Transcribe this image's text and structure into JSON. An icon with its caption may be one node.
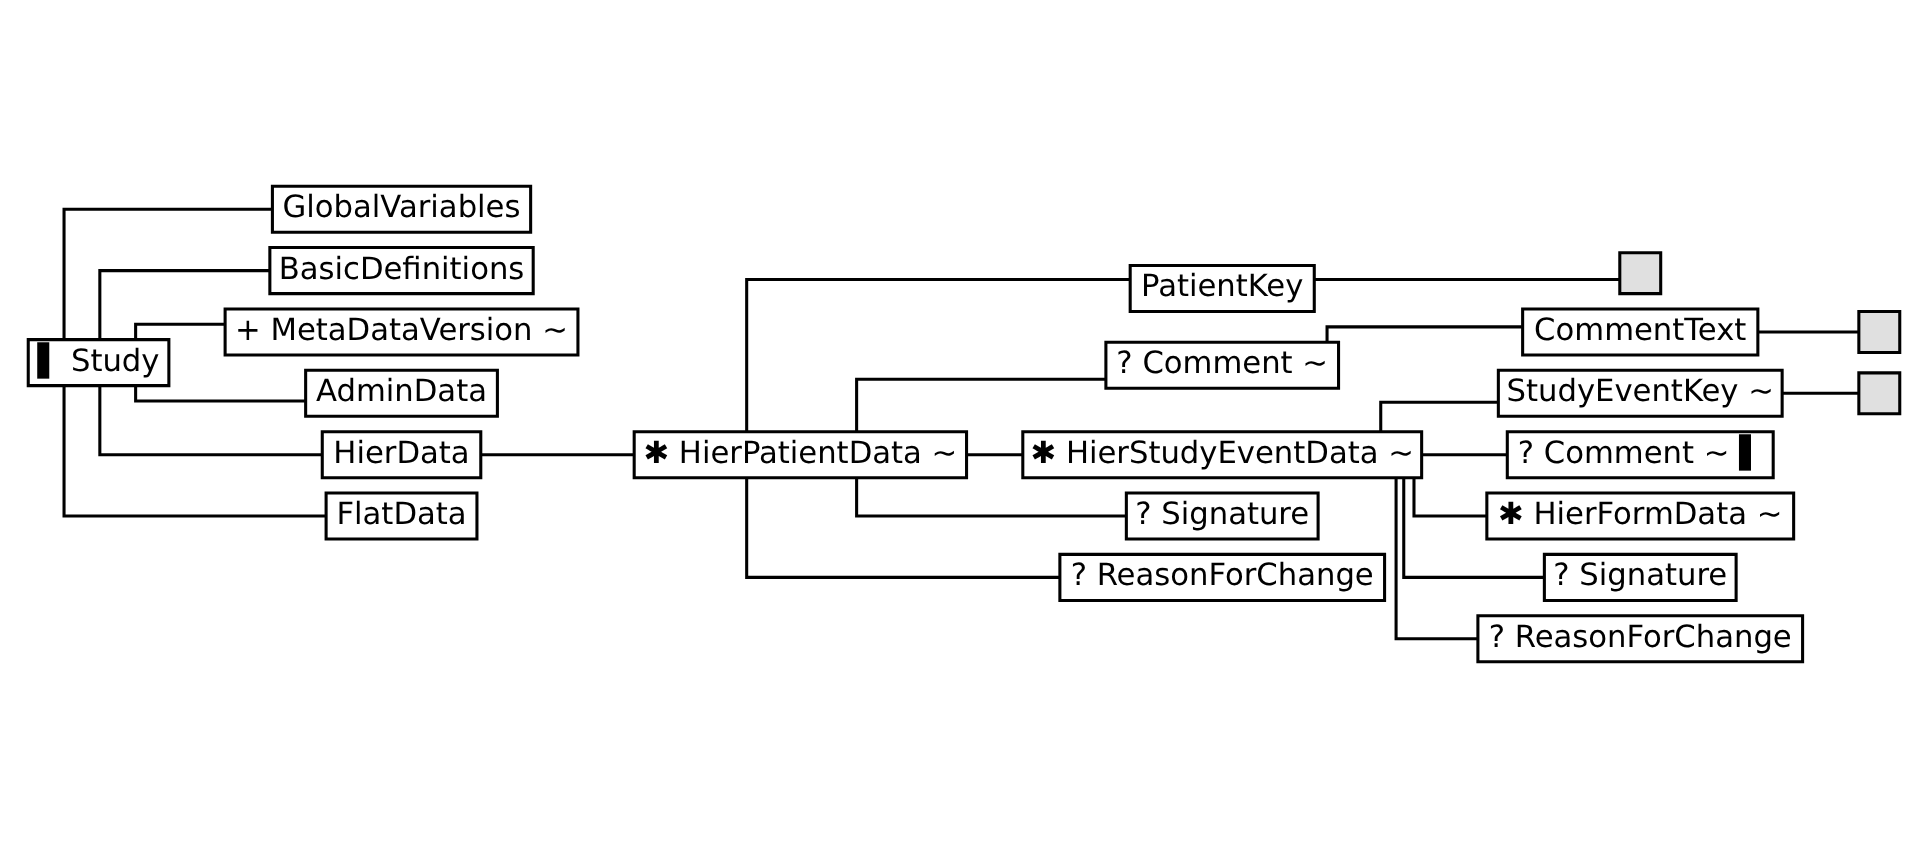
{
  "diagram": {
    "nodes": [
      {
        "text": [
          "▌ Study"
        ]
      },
      {
        "text": [
          "GlobalVariables"
        ]
      },
      {
        "text": [
          "BasicDefinitions"
        ]
      },
      {
        "text": [
          "+ MetaDataVersion ~"
        ]
      },
      {
        "text": [
          "AdminData"
        ]
      },
      {
        "text": [
          "PatientKey"
        ]
      },
      {
        "text": [],
        "shape": "box"
      },
      {
        "text": [
          "? Comment ~"
        ]
      },
      {
        "text": [
          "CommentText"
        ]
      },
      {
        "text": [],
        "shape": "box"
      },
      {
        "text": [
          "StudyEventKey ~"
        ]
      },
      {
        "text": [],
        "shape": "box"
      },
      {
        "text": [
          "? Comment ~ ▌"
        ]
      },
      {
        "text": [
          "HierData"
        ]
      },
      {
        "text": [
          "✱ HierPatientData ~"
        ]
      },
      {
        "text": [
          "✱ HierStudyEventData ~"
        ]
      },
      {
        "text": [
          "✱ HierFormData ~"
        ]
      },
      {
        "text": [
          "? Signature"
        ]
      },
      {
        "text": [
          "? ReasonForChange"
        ]
      },
      {
        "text": [
          "? Signature"
        ]
      },
      {
        "text": [
          "? ReasonForChange"
        ]
      },
      {
        "text": [
          "FlatData"
        ]
      }
    ],
    "edges": [
      {
        "from": 0,
        "to": 1,
        "arrow": "none"
      },
      {
        "from": 0,
        "to": 2,
        "arrow": "none"
      },
      {
        "from": 0,
        "to": 3,
        "arrow": "none"
      },
      {
        "from": 0,
        "to": 4,
        "arrow": "none"
      },
      {
        "from": 0,
        "to": 13,
        "arrow": "none"
      },
      {
        "from": 0,
        "to": 21,
        "arrow": "none"
      },
      {
        "from": 13,
        "to": 14,
        "arrow": "none"
      },
      {
        "from": 14,
        "to": 5,
        "arrow": "none"
      },
      {
        "from": 5,
        "to": 6,
        "arrow": "none"
      },
      {
        "from": 14,
        "to": 7,
        "arrow": "none"
      },
      {
        "from": 7,
        "to": 8,
        "arrow": "none"
      },
      {
        "from": 8,
        "to": 9,
        "arrow": "none"
      },
      {
        "from": 14,
        "to": 15,
        "arrow": "none"
      },
      {
        "from": 15,
        "to": 10,
        "arrow": "none"
      },
      {
        "from": 10,
        "to": 11,
        "arrow": "none"
      },
      {
        "from": 15,
        "to": 12,
        "arrow": "none"
      },
      {
        "from": 15,
        "to": 16,
        "arrow": "none"
      },
      {
        "from": 15,
        "to": 17,
        "arrow": "none"
      },
      {
        "from": 15,
        "to": 18,
        "arrow": "none"
      },
      {
        "from": 14,
        "to": 19,
        "arrow": "none"
      },
      {
        "from": 14,
        "to": 20,
        "arrow": "none"
      }
    ]
  }
}
